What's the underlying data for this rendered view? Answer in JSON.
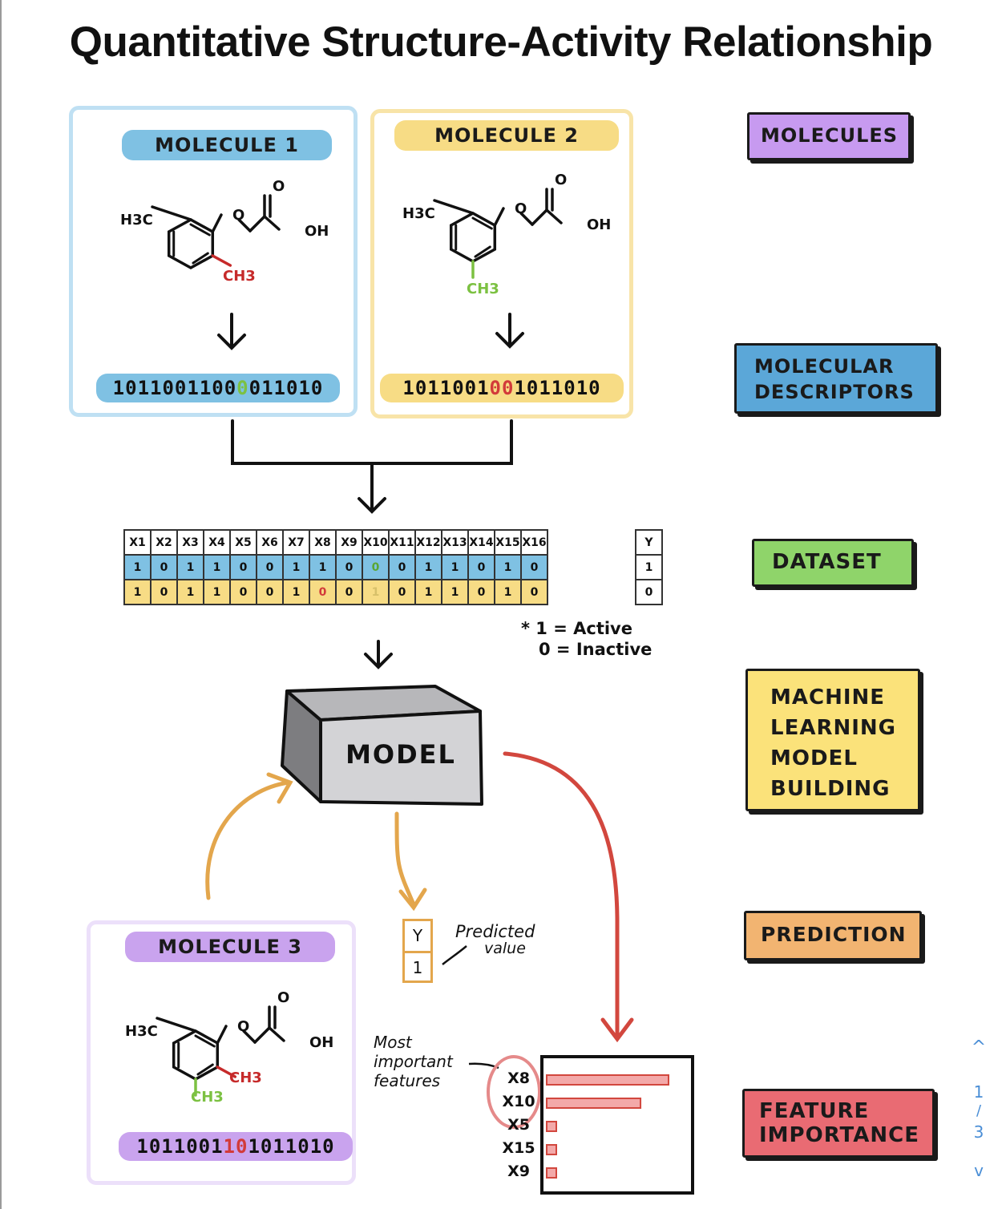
{
  "title": "Quantitative Structure-Activity Relationship",
  "molecules": [
    {
      "name": "MOLECULE 1",
      "bits_pre": "1011001100",
      "bits_mark": "0",
      "bits_post": "011010",
      "mark_color": "#7cc142",
      "subst_label": "CH3",
      "subst_color": "#c62a2a"
    },
    {
      "name": "MOLECULE 2",
      "bits_pre": "1011001",
      "bits_mark": "00",
      "bits_post": "1011010",
      "mark_color": "#d23a3a",
      "subst_label": "CH3",
      "subst_color": "#7cc142"
    },
    {
      "name": "MOLECULE 3",
      "bits_pre": "1011001",
      "bits_mark": "10",
      "bits_post": "1011010",
      "mark_color": "#d23a3a",
      "subst_label": "CH3",
      "subst_color": "#c62a2a",
      "subst2_label": "CH3",
      "subst2_color": "#7cc142"
    }
  ],
  "chem_labels": {
    "h3c": "H3C",
    "o_top": "O",
    "o_ring": "O",
    "oh": "OH"
  },
  "dataset": {
    "headers": [
      "X1",
      "X2",
      "X3",
      "X4",
      "X5",
      "X6",
      "X7",
      "X8",
      "X9",
      "X10",
      "X11",
      "X12",
      "X13",
      "X14",
      "X15",
      "X16"
    ],
    "y_header": "Y",
    "rows": [
      {
        "values": [
          "1",
          "0",
          "1",
          "1",
          "0",
          "0",
          "1",
          "1",
          "0",
          "0",
          "0",
          "1",
          "1",
          "0",
          "1",
          "0"
        ],
        "y": "1",
        "color": "#7fc1e3"
      },
      {
        "values": [
          "1",
          "0",
          "1",
          "1",
          "0",
          "0",
          "1",
          "0",
          "0",
          "1",
          "0",
          "1",
          "1",
          "0",
          "1",
          "0"
        ],
        "y": "0",
        "color": "#f7dc85"
      }
    ],
    "legend_active": "* 1 = Active",
    "legend_inactive": "0 = Inactive"
  },
  "model_label": "MODEL",
  "prediction": {
    "y_header": "Y",
    "value": "1",
    "note_line1": "Predicted",
    "note_line2": "value"
  },
  "importance": {
    "note": [
      "Most",
      "important",
      "features"
    ],
    "features": [
      "X8",
      "X10",
      "X5",
      "X15",
      "X9"
    ],
    "values": [
      1.0,
      0.77,
      0.05,
      0.05,
      0.05
    ]
  },
  "stage_labels": [
    {
      "lines": [
        "MOLECULES"
      ],
      "color": "#c79af0"
    },
    {
      "lines": [
        "MOLECULAR",
        "DESCRIPTORS"
      ],
      "color": "#5ba7d8"
    },
    {
      "lines": [
        "DATASET"
      ],
      "color": "#8fd46a"
    },
    {
      "lines": [
        "MACHINE",
        "LEARNING",
        "MODEL",
        "BUILDING"
      ],
      "color": "#fbe27a"
    },
    {
      "lines": [
        "PREDICTION"
      ],
      "color": "#f2b471"
    },
    {
      "lines": [
        "FEATURE",
        "IMPORTANCE"
      ],
      "color": "#e96b73"
    }
  ],
  "pager": {
    "up": "^",
    "current": "1",
    "sep": "/",
    "total": "3",
    "down": "v"
  },
  "colors": {
    "blue": "#7fc1e3",
    "yellow": "#f7dc85",
    "purple": "#c9a3ee",
    "orange_arrow": "#e3a64c",
    "red_arrow": "#d2473e"
  }
}
